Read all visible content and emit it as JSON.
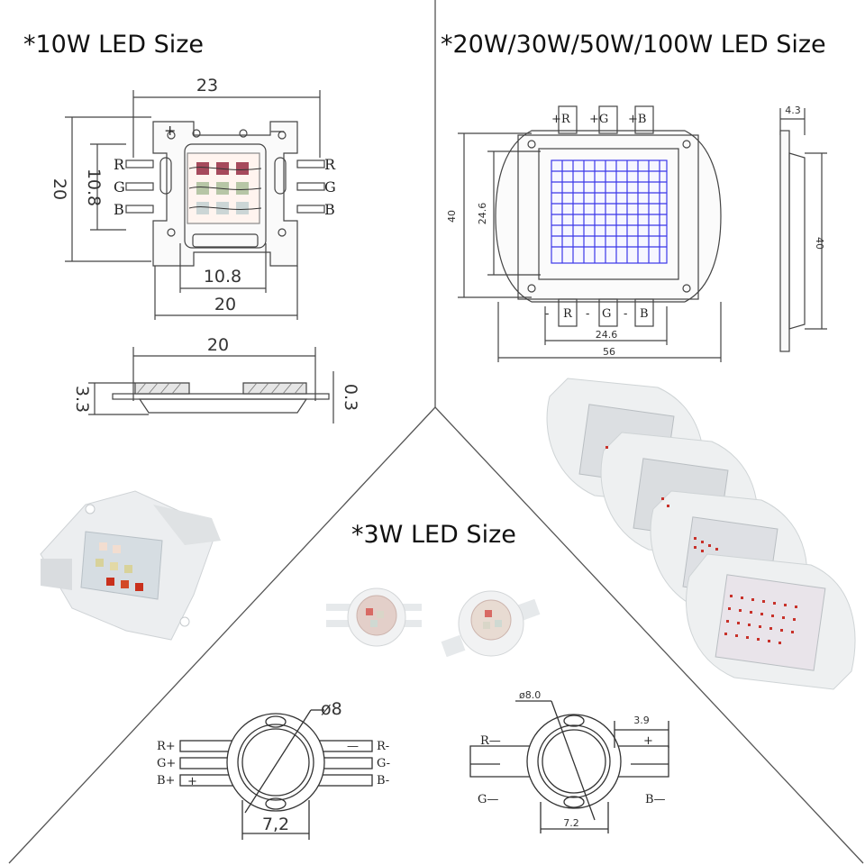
{
  "titles": {
    "w10": "*10W LED Size",
    "w20": "*20W/30W/50W/100W LED Size",
    "w3": "*3W LED Size"
  },
  "led10": {
    "dims": {
      "width_top": "23",
      "height_outer": "20",
      "height_inner": "10.8",
      "width_inner": "10.8",
      "width_bottom": "20",
      "side_width": "20",
      "side_thickness": "3.3",
      "side_base": "0.3"
    },
    "labels": {
      "plus": "+",
      "minus": "—",
      "r": "R",
      "g": "G",
      "b": "B"
    }
  },
  "led20": {
    "dims": {
      "height_outer": "40",
      "height_inner": "24.6",
      "width_inner": "24.6",
      "width_outer": "56",
      "side_thickness": "4.3",
      "side_height": "40"
    },
    "labels": {
      "top_r": "+R",
      "top_g": "+G",
      "top_b": "+B",
      "bot_r": "R",
      "bot_g": "G",
      "bot_b": "B",
      "minus": "-"
    }
  },
  "led3a": {
    "dims": {
      "diameter": "ø8",
      "width": "7,2"
    },
    "labels": {
      "r_plus": "R+",
      "g_plus": "G+",
      "b_plus": "B+",
      "r_minus": "R-",
      "g_minus": "G-",
      "b_minus": "B-",
      "plus": "+",
      "minus": "—"
    }
  },
  "led3b": {
    "dims": {
      "diameter": "ø8.0",
      "pad": "3.9",
      "width": "7.2"
    },
    "labels": {
      "r_minus": "R—",
      "g_minus": "G—",
      "b_minus": "B—",
      "plus": "+"
    }
  }
}
